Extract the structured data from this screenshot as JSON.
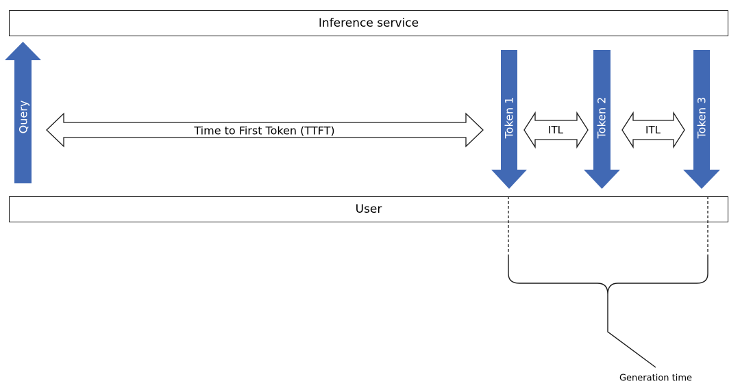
{
  "lanes": {
    "service": "Inference service",
    "user": "User"
  },
  "arrows": {
    "query": "Query",
    "ttft": "Time to First Token (TTFT)",
    "tokens": [
      "Token 1",
      "Token 2",
      "Token 3"
    ],
    "itl": [
      "ITL",
      "ITL"
    ]
  },
  "annotations": {
    "generation_time": "Generation time"
  },
  "colors": {
    "arrow_fill": "#4169b4",
    "outline": "#1a1a1a"
  }
}
